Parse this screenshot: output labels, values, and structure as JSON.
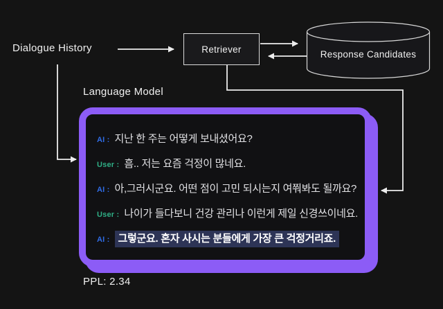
{
  "labels": {
    "dialogue_history": "Dialogue History",
    "retriever": "Retriever",
    "response_candidates": "Response Candidates",
    "language_model": "Language Model",
    "ppl": "PPL: 2.34"
  },
  "conversation": {
    "turns": [
      {
        "role": "ai",
        "label": "AI :",
        "text": "지난 한 주는 어떻게 보내셨어요?",
        "highlighted": false
      },
      {
        "role": "user",
        "label": "User :",
        "text": "흠.. 저는 요즘 걱정이 많네요.",
        "highlighted": false
      },
      {
        "role": "ai",
        "label": "AI :",
        "text": "아,그러시군요. 어떤 점이 고민 되시는지 여쭤봐도 될까요?",
        "highlighted": false
      },
      {
        "role": "user",
        "label": "User :",
        "text": "나이가 들다보니 건강 관리나 이런게 제일 신경쓰이네요.",
        "highlighted": false
      },
      {
        "role": "ai",
        "label": "AI :",
        "text": "그렇군요. 혼자 사시는 분들에게 가장 큰 걱정거리죠.",
        "highlighted": true
      }
    ]
  },
  "colors": {
    "background": "#141414",
    "accent_purple": "#8c5cf6",
    "ai_label": "#2f6ce6",
    "user_label": "#2fae85",
    "highlight_bg": "#2d3456",
    "connector": "#ededed",
    "text_primary": "#f0f0f0",
    "dialogue_text": "#e2e2e5",
    "node_fill": "#1a1a1c",
    "cylinder_fill": "#17171a"
  }
}
